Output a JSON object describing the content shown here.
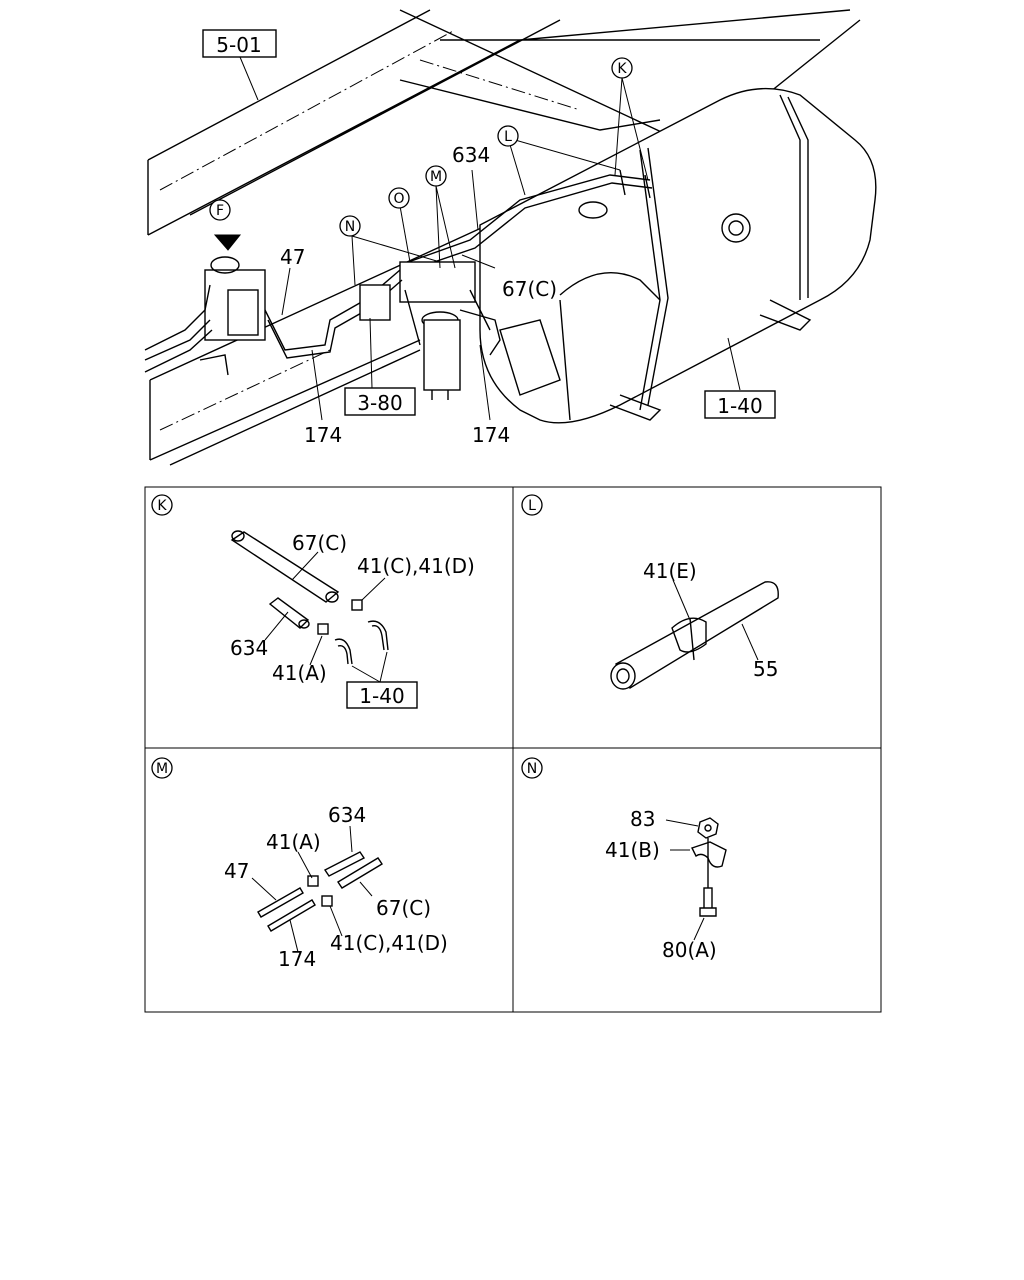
{
  "refs": {
    "ref_5_01": "5-01",
    "ref_3_80": "3-80",
    "ref_1_40_main": "1-40",
    "ref_1_40_k": "1-40"
  },
  "markers": {
    "F": "F",
    "K": "K",
    "L": "L",
    "M": "M",
    "N": "N",
    "O": "O"
  },
  "main_labels": {
    "l_634": "634",
    "l_47": "47",
    "l_67c": "67(C)",
    "l_174a": "174",
    "l_174b": "174"
  },
  "panels": {
    "K": {
      "marker": "K",
      "l_67c": "67(C)",
      "l_41cd": "41(C),41(D)",
      "l_634": "634",
      "l_41a": "41(A)"
    },
    "L": {
      "marker": "L",
      "l_41e": "41(E)",
      "l_55": "55"
    },
    "M": {
      "marker": "M",
      "l_634": "634",
      "l_41a": "41(A)",
      "l_47": "47",
      "l_67c": "67(C)",
      "l_174": "174",
      "l_41cd": "41(C),41(D)"
    },
    "N": {
      "marker": "N",
      "l_83": "83",
      "l_41b": "41(B)",
      "l_80a": "80(A)"
    }
  }
}
